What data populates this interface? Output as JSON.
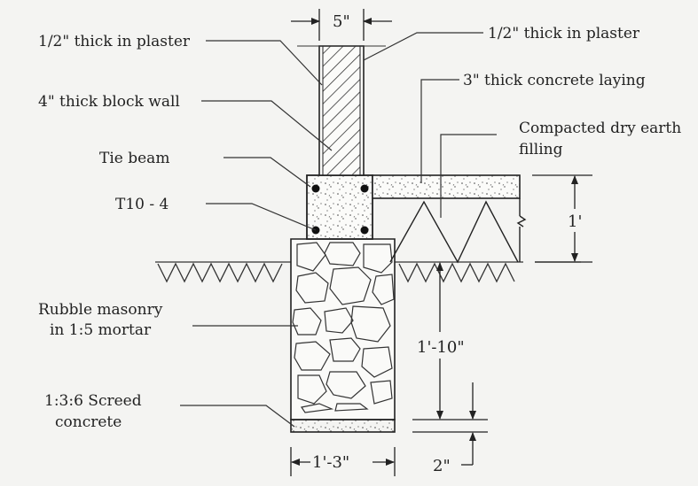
{
  "labels": {
    "plaster_left": "1/2\" thick in plaster",
    "plaster_right": "1/2\" thick in plaster",
    "block_wall": "4\" thick block wall",
    "concrete_laying": "3\" thick concrete laying",
    "earth_filling_1": "Compacted dry earth",
    "earth_filling_2": "filling",
    "tie_beam": "Tie beam",
    "rebar": "T10 - 4",
    "rubble_1": "Rubble masonry",
    "rubble_2": "in 1:5 mortar",
    "screed_1": "1:3:6 Screed",
    "screed_2": "concrete"
  },
  "dimensions": {
    "wall_width": "5\"",
    "fill_height": "1'",
    "depth": "1'-10\"",
    "footing_width": "1'-3\"",
    "screed_thickness": "2\""
  }
}
